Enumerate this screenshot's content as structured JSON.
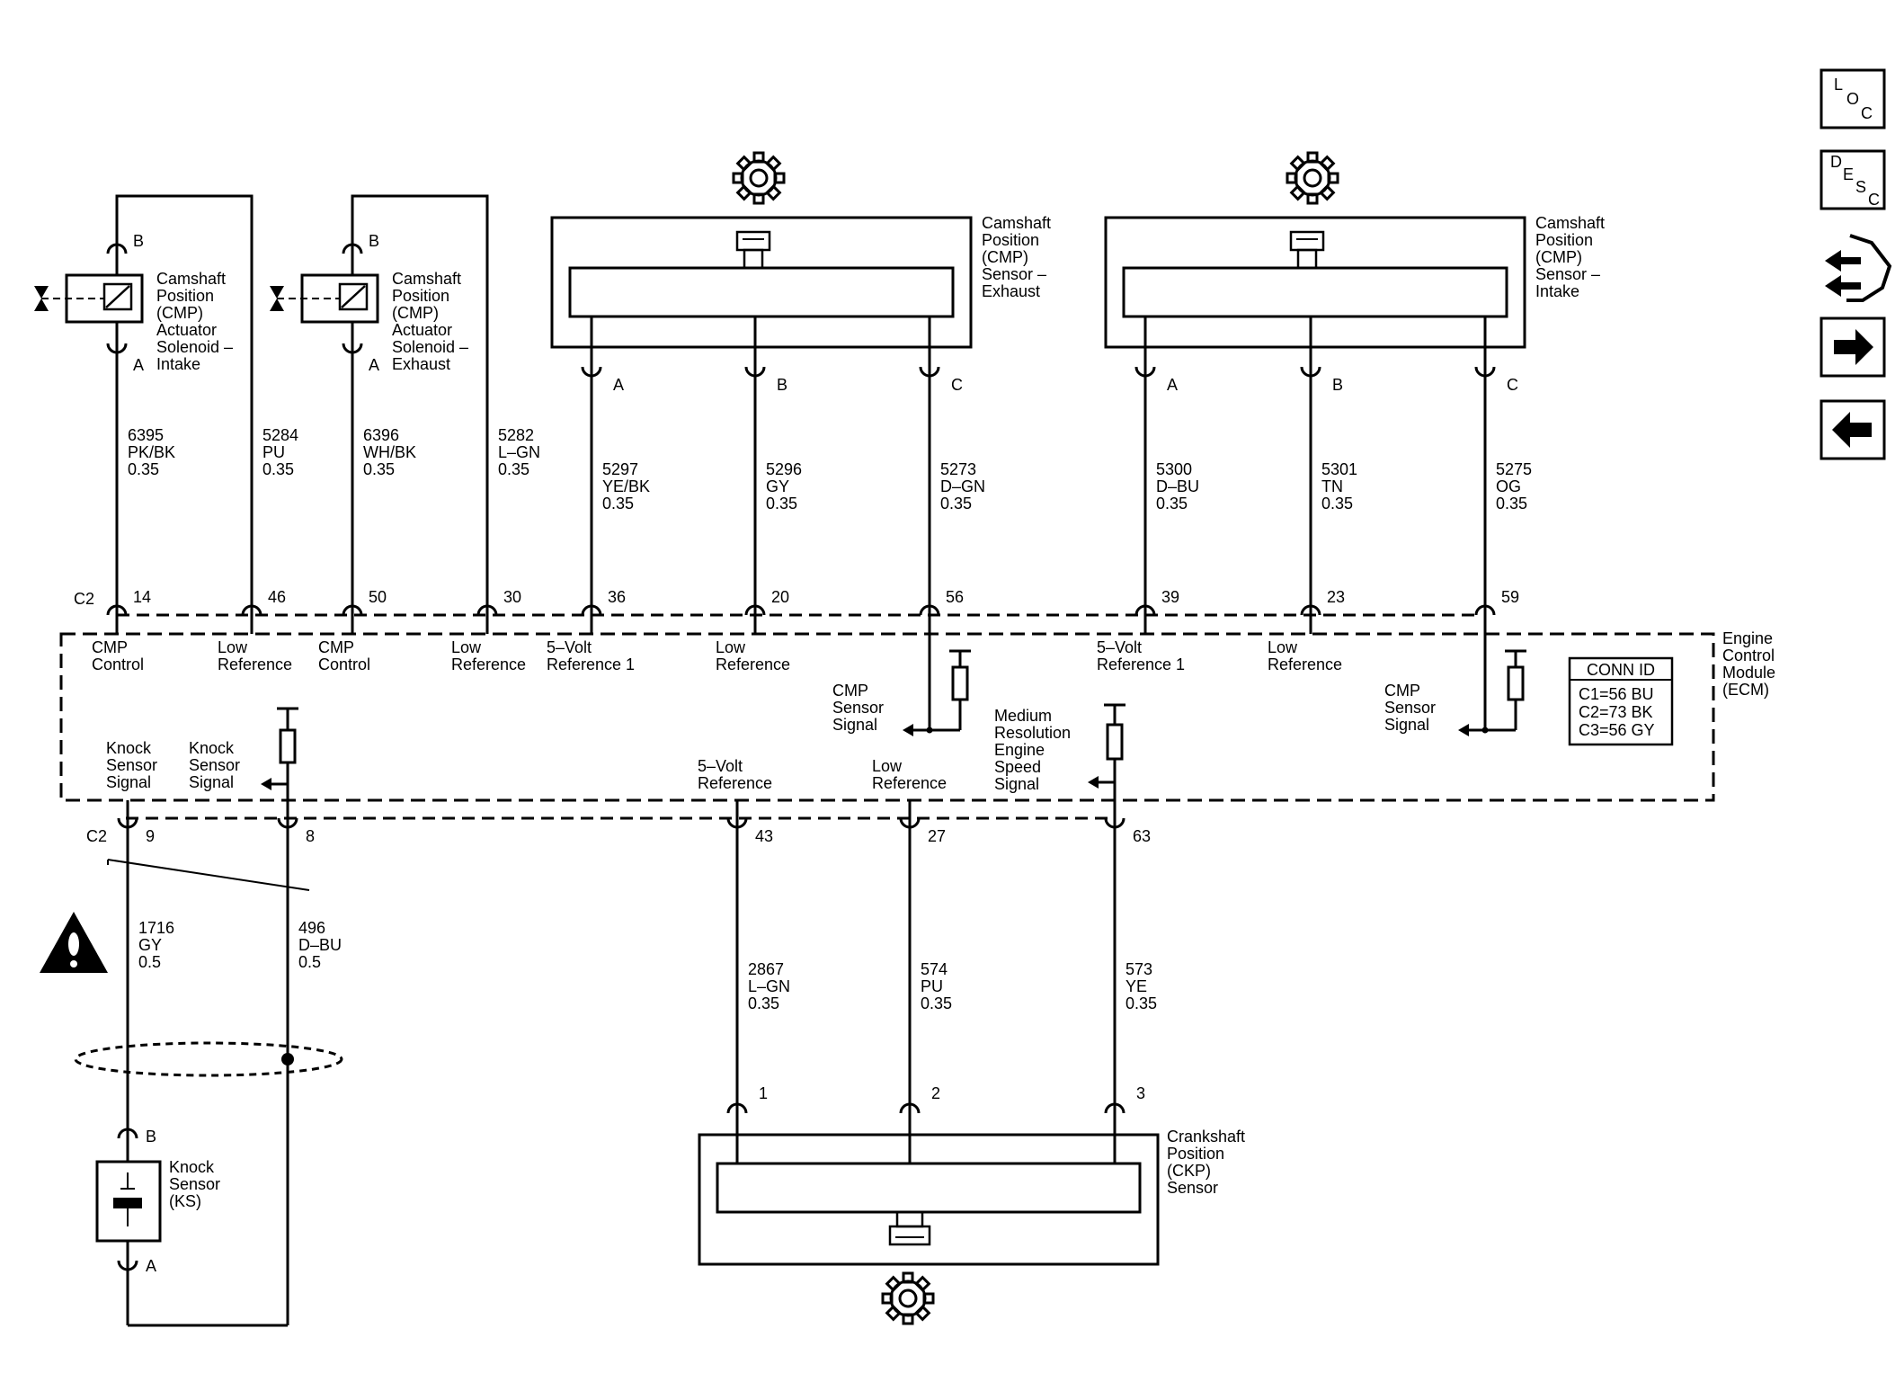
{
  "ecm": {
    "name": [
      "Engine",
      "Control",
      "Module",
      "(ECM)"
    ],
    "conn_id": {
      "title": "CONN ID",
      "rows": [
        "C1=56 BU",
        "C2=73 BK",
        "C3=56 GY"
      ]
    }
  },
  "solenoids": [
    {
      "label": [
        "Camshaft",
        "Position",
        "(CMP)",
        "Actuator",
        "Solenoid –",
        "Intake"
      ],
      "pin_top": "B",
      "pin_bottom": "A"
    },
    {
      "label": [
        "Camshaft",
        "Position",
        "(CMP)",
        "Actuator",
        "Solenoid –",
        "Exhaust"
      ],
      "pin_top": "B",
      "pin_bottom": "A"
    }
  ],
  "cmp_sensors": [
    {
      "label": [
        "Camshaft",
        "Position",
        "(CMP)",
        "Sensor –",
        "Exhaust"
      ],
      "pins": [
        "A",
        "B",
        "C"
      ]
    },
    {
      "label": [
        "Camshaft",
        "Position",
        "(CMP)",
        "Sensor –",
        "Intake"
      ],
      "pins": [
        "A",
        "B",
        "C"
      ]
    }
  ],
  "ckp_sensor": {
    "label": [
      "Crankshaft",
      "Position",
      "(CKP)",
      "Sensor"
    ],
    "pins": [
      "1",
      "2",
      "3"
    ]
  },
  "knock_sensor": {
    "label": [
      "Knock",
      "Sensor",
      "(KS)"
    ],
    "pin_top": "B",
    "pin_bottom": "A"
  },
  "connectors": {
    "top": "C2",
    "bottom": "C2"
  },
  "top_wires": [
    {
      "circuit": "6395",
      "color": "PK/BK",
      "gauge": "0.35",
      "pin": "14",
      "ecm_label": [
        "CMP",
        "Control"
      ]
    },
    {
      "circuit": "5284",
      "color": "PU",
      "gauge": "0.35",
      "pin": "46",
      "ecm_label": [
        "Low",
        "Reference"
      ]
    },
    {
      "circuit": "6396",
      "color": "WH/BK",
      "gauge": "0.35",
      "pin": "50",
      "ecm_label": [
        "CMP",
        "Control"
      ]
    },
    {
      "circuit": "5282",
      "color": "L–GN",
      "gauge": "0.35",
      "pin": "30",
      "ecm_label": [
        "Low",
        "Reference"
      ]
    },
    {
      "circuit": "5297",
      "color": "YE/BK",
      "gauge": "0.35",
      "pin": "36",
      "ecm_label": [
        "5–Volt",
        "Reference 1"
      ]
    },
    {
      "circuit": "5296",
      "color": "GY",
      "gauge": "0.35",
      "pin": "20",
      "ecm_label": [
        "Low",
        "Reference"
      ]
    },
    {
      "circuit": "5273",
      "color": "D–GN",
      "gauge": "0.35",
      "pin": "56",
      "ecm_label": [
        "CMP",
        "Sensor",
        "Signal"
      ]
    },
    {
      "circuit": "5300",
      "color": "D–BU",
      "gauge": "0.35",
      "pin": "39",
      "ecm_label": [
        "5–Volt",
        "Reference 1"
      ]
    },
    {
      "circuit": "5301",
      "color": "TN",
      "gauge": "0.35",
      "pin": "23",
      "ecm_label": [
        "Low",
        "Reference"
      ]
    },
    {
      "circuit": "5275",
      "color": "OG",
      "gauge": "0.35",
      "pin": "59",
      "ecm_label": [
        "CMP",
        "Sensor",
        "Signal"
      ]
    }
  ],
  "bottom_wires": [
    {
      "circuit": "1716",
      "color": "GY",
      "gauge": "0.5",
      "pin": "9",
      "ecm_label": [
        "Knock",
        "Sensor",
        "Signal"
      ]
    },
    {
      "circuit": "496",
      "color": "D–BU",
      "gauge": "0.5",
      "pin": "8",
      "ecm_label": [
        "Knock",
        "Sensor",
        "Signal"
      ]
    },
    {
      "circuit": "2867",
      "color": "L–GN",
      "gauge": "0.35",
      "pin": "43",
      "ecm_label": [
        "5–Volt",
        "Reference"
      ]
    },
    {
      "circuit": "574",
      "color": "PU",
      "gauge": "0.35",
      "pin": "27",
      "ecm_label": [
        "Low",
        "Reference"
      ]
    },
    {
      "circuit": "573",
      "color": "YE",
      "gauge": "0.35",
      "pin": "63",
      "ecm_label": [
        "Medium",
        "Resolution",
        "Engine",
        "Speed",
        "Signal"
      ]
    }
  ],
  "nav": {
    "loc": [
      "L",
      "O",
      "C"
    ],
    "desc": [
      "D",
      "E",
      "S",
      "C"
    ],
    "icons": [
      "diagnostic-tool-icon",
      "next-arrow-icon",
      "previous-arrow-icon"
    ]
  }
}
